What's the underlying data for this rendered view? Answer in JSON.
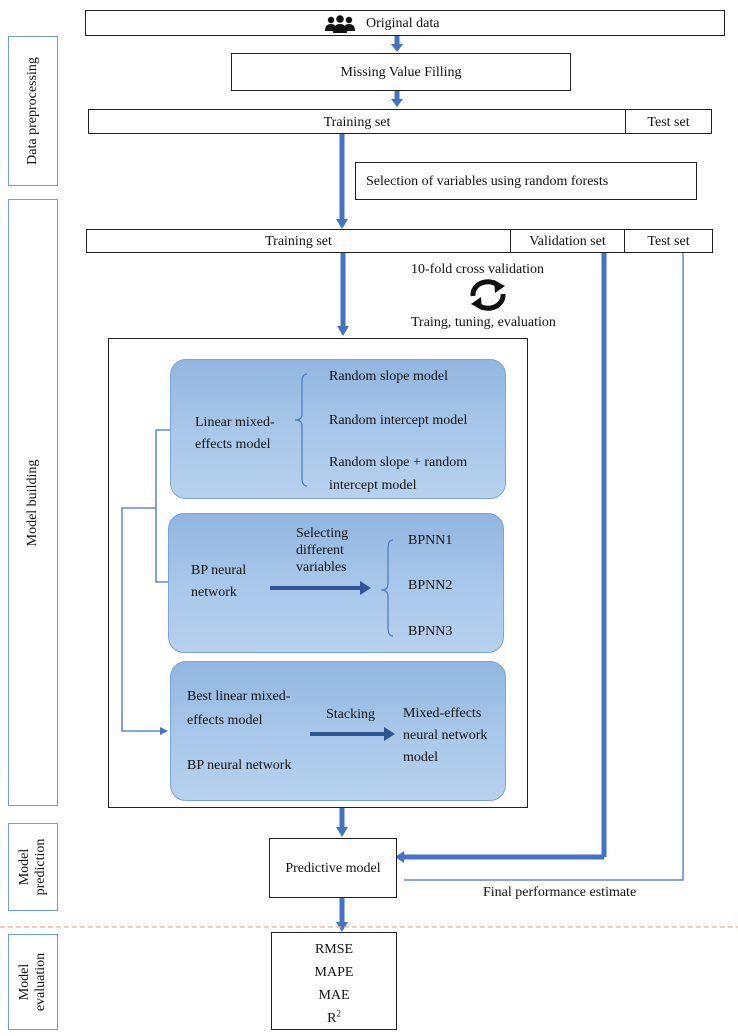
{
  "top": {
    "original_data": "Original data",
    "missing_value": "Missing Value Filling"
  },
  "split1": {
    "training": "Training set",
    "test": "Test set"
  },
  "selection": "Selection of variables using random forests",
  "split2": {
    "training": "Training set",
    "validation": "Validation set",
    "test": "Test set"
  },
  "cv": {
    "title": "10-fold cross validation",
    "subtitle": "Traing, tuning, evaluation"
  },
  "lmm": {
    "label_line1": "Linear mixed-",
    "label_line2": "effects model",
    "options": [
      "Random slope model",
      "Random intercept model",
      "Random slope + random",
      "intercept model"
    ]
  },
  "bp": {
    "label_line1": "BP neural",
    "label_line2": "network",
    "arrow_line1": "Selecting",
    "arrow_line2": "different",
    "arrow_line3": "variables",
    "outputs": [
      "BPNN1",
      "BPNN2",
      "BPNN3"
    ]
  },
  "stack": {
    "input_line1": "Best linear mixed-",
    "input_line2": "effects model",
    "input_bp": "BP neural network",
    "arrow": "Stacking",
    "output_line1": "Mixed-effects",
    "output_line2": "neural network",
    "output_line3": "model"
  },
  "predictive_model": "Predictive model",
  "final_estimate": "Final performance estimate",
  "metrics": [
    "RMSE",
    "MAPE",
    "MAE",
    "R",
    "2"
  ],
  "stages": {
    "preprocessing": "Data preprocessing",
    "building": "Model building",
    "prediction_line1": "Model",
    "prediction_line2": "prediction",
    "evaluation_line1": "Model",
    "evaluation_line2": "evaluation"
  },
  "colors": {
    "arrow": "#4472c4",
    "divider": "#f4b183",
    "panel": "#9dbde4",
    "stage_border": "#6fa0cf"
  },
  "icons": {
    "users": "users-icon",
    "cycle": "refresh-cycle-icon"
  }
}
